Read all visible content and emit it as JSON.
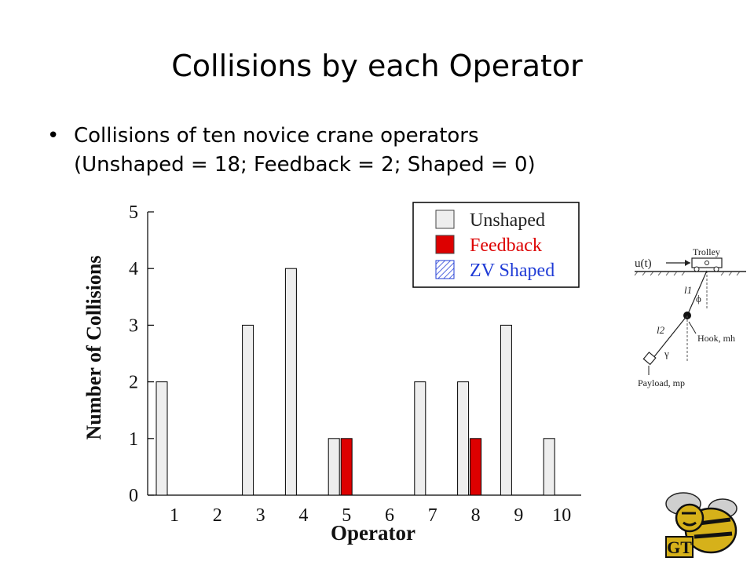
{
  "slide": {
    "title": "Collisions by each Operator",
    "bullet_line1": "Collisions of ten novice crane operators",
    "bullet_line2": "(Unshaped = 18; Feedback = 2; Shaped = 0)"
  },
  "chart_data": {
    "type": "bar",
    "title": "",
    "xlabel": "Operator",
    "ylabel": "Number of Collisions",
    "categories": [
      "1",
      "2",
      "3",
      "4",
      "5",
      "6",
      "7",
      "8",
      "9",
      "10"
    ],
    "yticks": [
      "0",
      "1",
      "2",
      "3",
      "4",
      "5"
    ],
    "ylim": [
      0,
      5
    ],
    "legend_position": "top-right",
    "series": [
      {
        "name": "Unshaped",
        "color": "#eeeeee",
        "pattern": "solid",
        "label_color": "#222222",
        "values": [
          2,
          0,
          3,
          4,
          1,
          0,
          2,
          2,
          3,
          1
        ]
      },
      {
        "name": "Feedback",
        "color": "#dd0000",
        "pattern": "solid",
        "label_color": "#dd0000",
        "values": [
          0,
          0,
          0,
          0,
          1,
          0,
          0,
          1,
          0,
          0
        ]
      },
      {
        "name": "ZV Shaped",
        "color": "#1f3bd6",
        "pattern": "hatched",
        "label_color": "#1f3bd6",
        "values": [
          0,
          0,
          0,
          0,
          0,
          0,
          0,
          0,
          0,
          0
        ]
      }
    ]
  },
  "crane_diagram": {
    "input_label": "u(t)",
    "trolley_label": "Trolley",
    "l1_label": "l1",
    "phi_label": "ϕ",
    "l2_label": "l2",
    "gamma_label": "γ",
    "hook_label": "Hook, mh",
    "payload_label": "Payload, mp"
  },
  "logo": {
    "text": "GT"
  }
}
